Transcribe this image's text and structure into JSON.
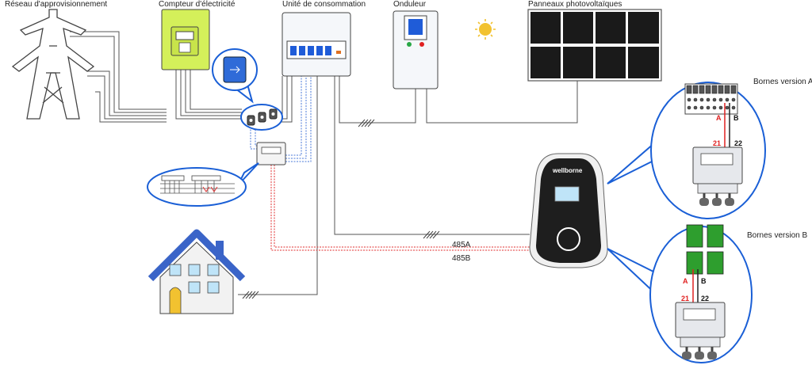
{
  "labels": {
    "grid": "Réseau d'approvisionnement",
    "meter": "Compteur d'électricité",
    "consumer_unit": "Unité de consommation",
    "inverter": "Onduleur",
    "solar": "Panneaux photovoltaïques",
    "version_a": "Bornes version A",
    "version_b": "Bornes version B",
    "line_485a": "485A",
    "line_485b": "485B",
    "brand": "wellborne"
  },
  "terminals": {
    "a": "A",
    "b": "B",
    "t21": "21",
    "t22": "22"
  },
  "colors": {
    "meter_green": "#d4f05a",
    "bubble_blue": "#1a5fd6",
    "panel_black": "#1a1a1a",
    "wire_red": "#e02020",
    "sun": "#f2c230",
    "house_blue": "#3a64c8",
    "charger_black": "#1e1e1e"
  }
}
